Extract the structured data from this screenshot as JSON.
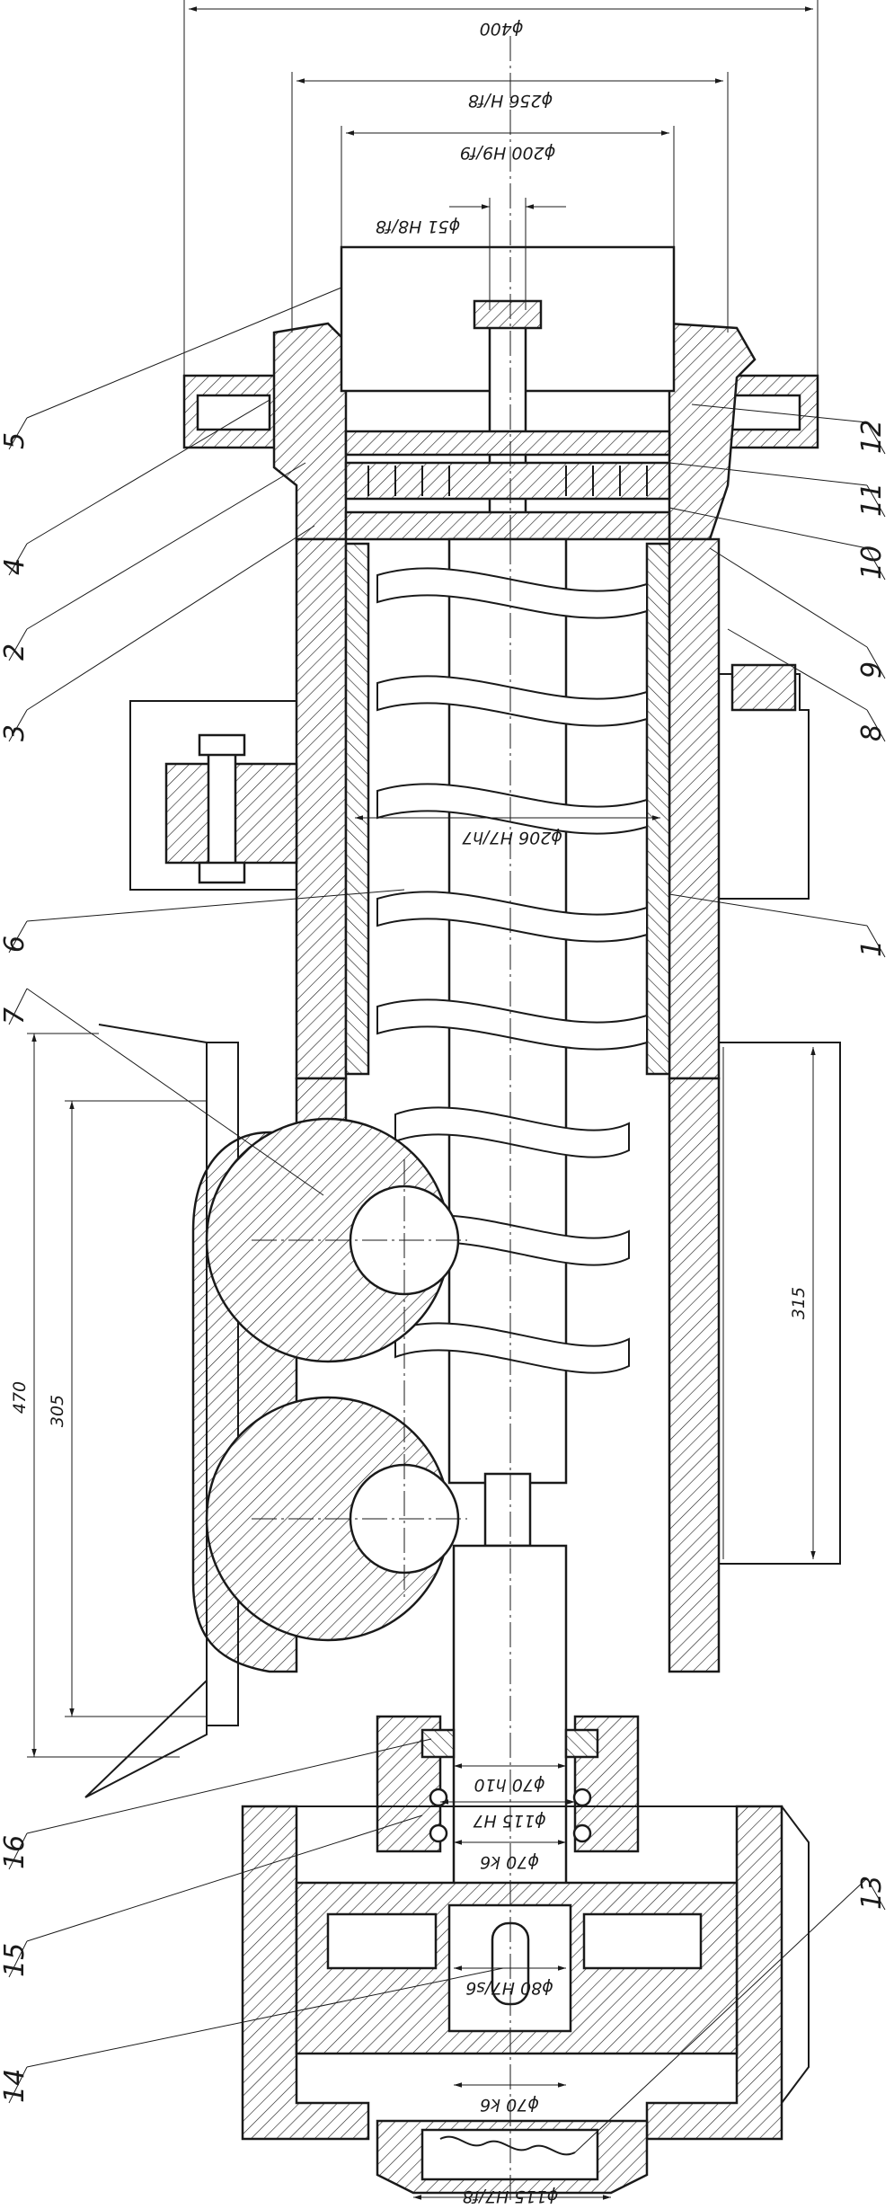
{
  "dimensions": {
    "d400": "ϕ400",
    "d256": "ϕ256 H/f8",
    "d200": "ϕ200 H9/f9",
    "d51": "ϕ51 H8/f8",
    "d206": "ϕ206 H7/h7",
    "l470": "470",
    "l305": "305",
    "l315": "315",
    "d70h10": "ϕ70 h10",
    "d115h7": "ϕ115 H7",
    "d70k6a": "ϕ70 k6",
    "d80": "ϕ80 H7/s6",
    "d70k6b": "ϕ70 k6",
    "d115h7f8": "ϕ115 H7/f8"
  },
  "positions": {
    "p1": "1",
    "p2": "2",
    "p3": "3",
    "p4": "4",
    "p5": "5",
    "p6": "6",
    "p7": "7",
    "p8": "8",
    "p9": "9",
    "p10": "10",
    "p11": "11",
    "p12": "12",
    "p13": "13",
    "p14": "14",
    "p15": "15",
    "p16": "16"
  }
}
